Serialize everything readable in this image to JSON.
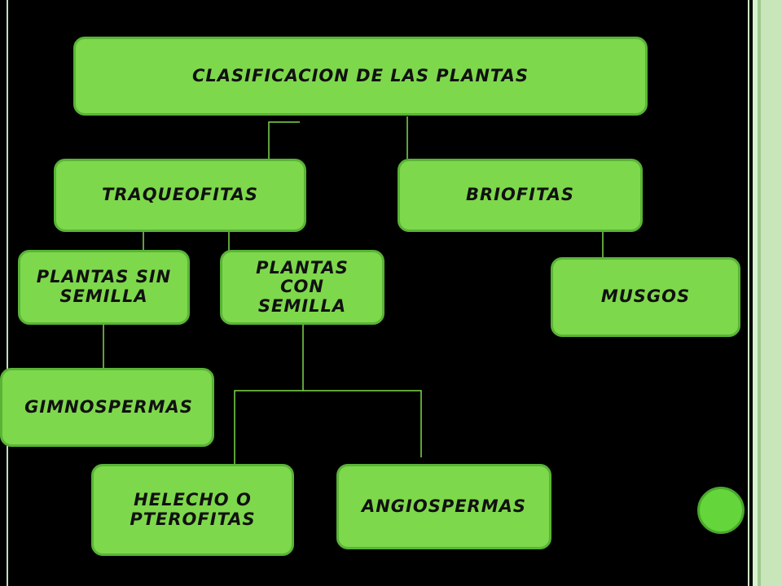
{
  "diagram": {
    "nodes": {
      "root": "CLASIFICACION DE LAS PLANTAS",
      "traqueofitas": "TRAQUEOFITAS",
      "briofitas": "BRIOFITAS",
      "plantas_sin_semilla": "PLANTAS SIN SEMILLA",
      "plantas_con_semilla": "PLANTAS CON SEMILLA",
      "musgos": "MUSGOS",
      "gimnospermas": "GIMNOSPERMAS",
      "helecho_pterofitas": "HELECHO O PTEROFITAS",
      "angiospermas": "ANGIOSPERMAS"
    },
    "edges": [
      [
        "root",
        "traqueofitas"
      ],
      [
        "root",
        "briofitas"
      ],
      [
        "traqueofitas",
        "plantas_sin_semilla"
      ],
      [
        "traqueofitas",
        "plantas_con_semilla"
      ],
      [
        "briofitas",
        "musgos"
      ],
      [
        "plantas_sin_semilla",
        "gimnospermas"
      ],
      [
        "plantas_con_semilla",
        "helecho_pterofitas"
      ],
      [
        "plantas_con_semilla",
        "angiospermas"
      ]
    ]
  },
  "colors": {
    "background": "#000000",
    "node_fill": "#7ed84c",
    "node_border": "#59b436",
    "connector": "#7ed84c",
    "accent_dot": "#64d63c"
  }
}
